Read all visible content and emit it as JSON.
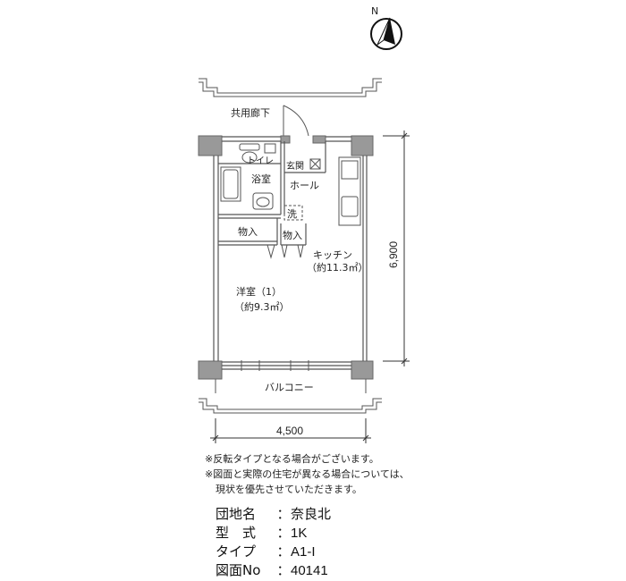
{
  "rooms": {
    "corridor": "共用廊下",
    "toilet": "トイレ",
    "entrance": "玄関",
    "bath": "浴室",
    "hall": "ホール",
    "washer": "洗",
    "storage_left": "物入",
    "storage_right": "物入",
    "kitchen": "キッチン",
    "kitchen_area": "（約11.3㎡）",
    "western_room": "洋室（1）",
    "western_area": "（約9.3㎡）",
    "balcony": "バルコニー"
  },
  "dimensions": {
    "height": "6,900",
    "width": "4,500"
  },
  "compass": {
    "label": "N"
  },
  "notes": [
    "※反転タイプとなる場合がございます。",
    "※図面と実際の住宅が異なる場合については、",
    "現状を優先させていただきます。"
  ],
  "info": {
    "sep": "：",
    "danchi_label": "団地名",
    "danchi_value": "奈良北",
    "type_label": "型　式",
    "type_value": "1K",
    "model_label": "タイプ",
    "model_value": "A1-I",
    "drawing_label": "図面No",
    "drawing_value": "40141"
  }
}
